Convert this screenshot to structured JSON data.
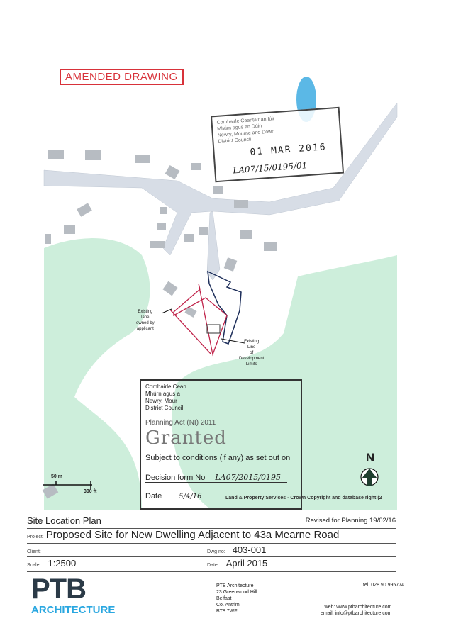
{
  "stamps": {
    "amended": "AMENDED DRAWING",
    "received": {
      "council": "Comhairle Ceantair an Iúir\nMhúrn agus an Dúin\nNewry, Mourne and Down\nDistrict Council",
      "date": "01 MAR 2016",
      "reference": "LA07/15/0195/01"
    },
    "approval": {
      "council": "Comhairle Cean\nMhúrn agus a\nNewry, Mour\nDistrict Council",
      "act": "Planning Act (NI) 2011",
      "granted": "Granted",
      "subject": "Subject to conditions (if any) as set out on",
      "decision_label": "Decision form No",
      "decision_value": "LA07/2015/0195",
      "date_label": "Date",
      "date_value": "5/4/16"
    }
  },
  "map": {
    "annotations": {
      "lane": "Existing\nlane\nowned by\napplicant",
      "limits": "Existing\nLine\nof\nDevelopment\nLimits"
    },
    "scale_bar": {
      "metric": "50 m",
      "imperial": "300 ft"
    },
    "north": "N",
    "copyright": "Land & Property Services - Crown Copyright and database right (2",
    "colors": {
      "green": "#cdeedb",
      "water": "#5bb8e6",
      "site_boundary": "#c0234a",
      "ownership_boundary": "#1d2e5a",
      "road": "#d7dde6"
    }
  },
  "title_block": {
    "title": "Site Location Plan",
    "revision": "Revised for Planning 19/02/16",
    "project_label": "Project:",
    "project": "Proposed Site for New Dwelling Adjacent to 43a Mearne Road",
    "client_label": "Client:",
    "client": "",
    "dwg_label": "Dwg no:",
    "dwg": "403-001",
    "scale_label": "Scale:",
    "scale": "1:2500",
    "date_label": "Date:",
    "date": "April 2015"
  },
  "company": {
    "logo_main": "PTB",
    "logo_sub": "ARCHITECTURE",
    "address": "PTB Architecture\n23 Greenwood Hill\nBelfast\nCo. Antrim\nBT8 7WF",
    "tel": "tel: 028 90 995774",
    "web": "web: www.ptbarchitecture.com",
    "email": "email: info@ptbarchitecture.com"
  }
}
